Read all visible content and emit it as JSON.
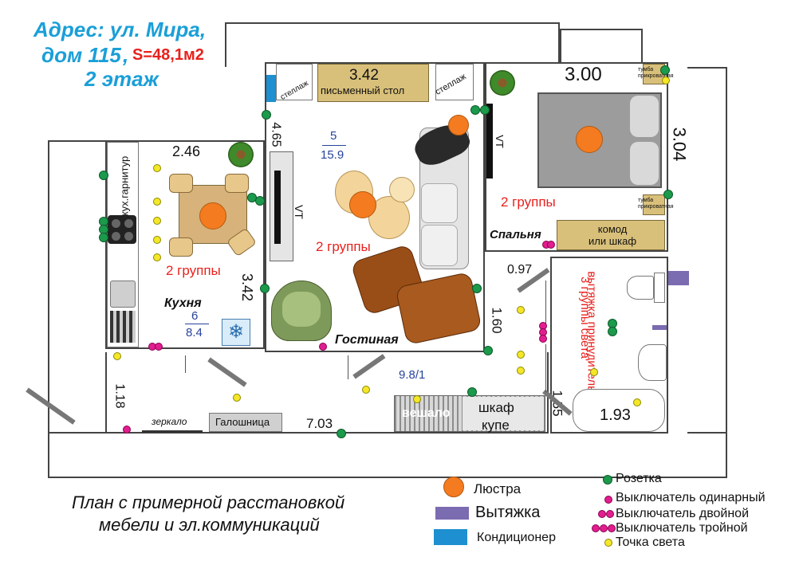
{
  "header": {
    "address_line1": "Адрес: ул. Мира,",
    "address_line2_a": "дом 115",
    "address_line2_sep": ",",
    "area": "S=48,1м2",
    "floor": "2 этаж"
  },
  "rooms": {
    "kitchen": {
      "name": "Кухня",
      "num": "6",
      "area": "8.4",
      "width": "2.46",
      "height": "3.42",
      "groups": "2 группы",
      "unit_label": "кух.гарнитур"
    },
    "living": {
      "name": "Гостиная",
      "num": "5",
      "area": "15.9",
      "width": "3.42",
      "height": "4.65",
      "groups": "2 группы",
      "desk_label": "письменный стол",
      "shelf_label": "стеллаж",
      "tv": "VT"
    },
    "bedroom": {
      "name": "Спальня",
      "width": "3.00",
      "height": "3.04",
      "groups": "2 группы",
      "dresser": "комод\nили шкаф",
      "nightstand": "тумба\nприкроватная",
      "tv": "VT"
    },
    "hall": {
      "area_label": "9.8/1",
      "width": "7.03",
      "height": "1.18",
      "mirror": "зеркало",
      "shoe": "Галошница",
      "wardrobe_a": "шкаф",
      "wardrobe_b": "купе",
      "hanger": "вешало"
    },
    "bath": {
      "w1": "0.97",
      "h1": "1.60",
      "h2": "1.55",
      "w2": "1.93",
      "note_line1": "вытяжка принудительная",
      "note_line2": "3 группы света"
    }
  },
  "caption": {
    "line1": "План с примерной расстановкой",
    "line2": "мебели и эл.коммуникаций"
  },
  "legend": {
    "chandelier": "Люстра",
    "hood": "Вытяжка",
    "ac": "Кондиционер",
    "socket": "Розетка",
    "switch1": "Выключатель одинарный",
    "switch2": "Выключатель двойной",
    "switch3": "Выключатель тройной",
    "light": "Точка света"
  },
  "colors": {
    "socket": "#1b9a4b",
    "chandelier": "#f47b20",
    "switch": "#e21d8f",
    "light": "#f5e629",
    "hood": "#7b6bb0",
    "ac": "#1e8fd0",
    "title": "#1a9fd8",
    "accent": "#e8211d"
  }
}
